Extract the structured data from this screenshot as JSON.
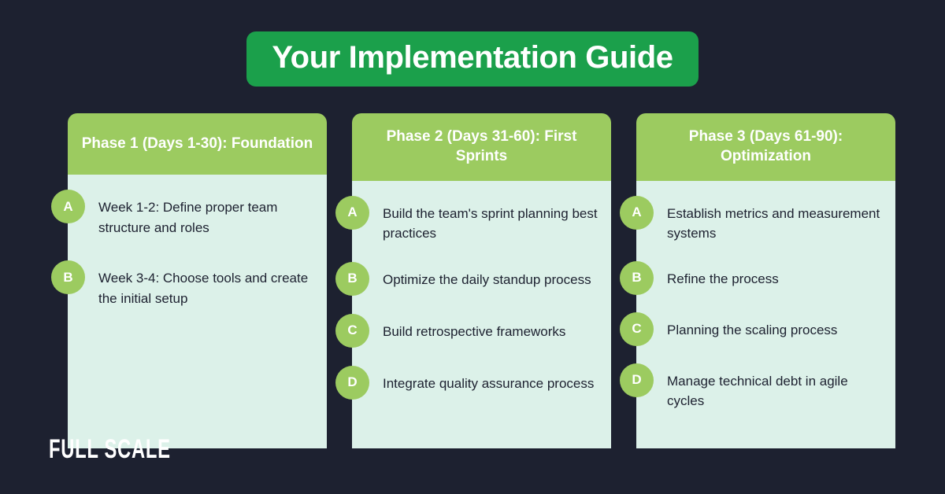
{
  "theme": {
    "background": "#1d2130",
    "banner_green": "#1ba04b",
    "accent_green": "#9ccb60",
    "card_body": "#dcf1e9",
    "text_dark": "#1d2130",
    "text_light": "#ffffff"
  },
  "header": {
    "title": "Your Implementation Guide"
  },
  "columns": [
    {
      "header": "Phase 1 (Days 1-30): Foundation",
      "items": [
        {
          "badge": "A",
          "text": "Week 1-2: Define proper team structure and roles"
        },
        {
          "badge": "B",
          "text": "Week 3-4: Choose tools and create the initial setup"
        }
      ]
    },
    {
      "header": "Phase 2 (Days 31-60): First Sprints",
      "items": [
        {
          "badge": "A",
          "text": "Build the team's sprint planning best practices"
        },
        {
          "badge": "B",
          "text": "Optimize the daily standup process"
        },
        {
          "badge": "C",
          "text": "Build retrospective frameworks"
        },
        {
          "badge": "D",
          "text": "Integrate quality assurance process"
        }
      ]
    },
    {
      "header": "Phase 3 (Days 61-90): Optimization",
      "items": [
        {
          "badge": "A",
          "text": "Establish metrics and measurement systems"
        },
        {
          "badge": "B",
          "text": "Refine the process"
        },
        {
          "badge": "C",
          "text": "Planning the scaling process"
        },
        {
          "badge": "D",
          "text": "Manage technical debt in agile cycles"
        }
      ]
    }
  ],
  "footer": {
    "logo_text": "FULL SCALE"
  }
}
